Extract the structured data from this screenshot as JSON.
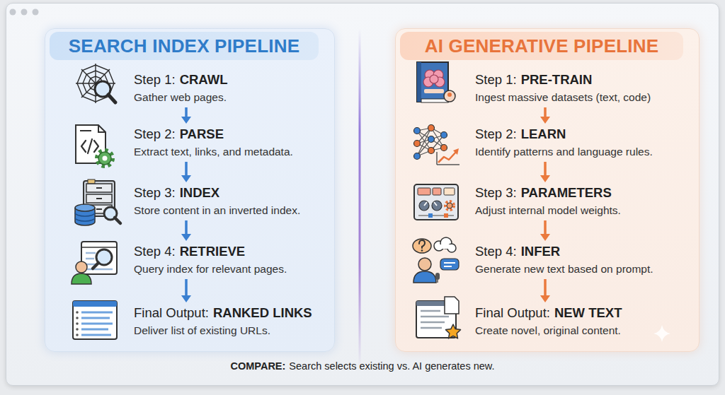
{
  "diagram": {
    "caption": "Search selects existing vs. AI generates new.",
    "nodes": [
      {
        "text": [
          "SEARCH INDEX PIPELINE"
        ]
      },
      {
        "text": [
          "Step 1:",
          "CRAWL",
          "Gather web pages."
        ],
        "in": 0
      },
      {
        "text": [
          "Step 2:",
          "PARSE",
          "Extract text, links, and metadata."
        ],
        "in": 0
      },
      {
        "text": [
          "Step 3:",
          "INDEX",
          "Store content in an inverted index."
        ],
        "in": 0
      },
      {
        "text": [
          "Step 4:",
          "RETRIEVE",
          "Query index for relevant pages."
        ],
        "in": 0
      },
      {
        "text": [
          "Final Output:",
          "RANKED LINKS",
          "Deliver list of existing URLs."
        ],
        "in": 0
      },
      {
        "text": [
          "AI GENERATIVE PIPELINE"
        ]
      },
      {
        "text": [
          "Step 1:",
          "PRE-TRAIN",
          "Ingest massive datasets (text, code)"
        ],
        "in": 6
      },
      {
        "text": [
          "Step 2:",
          "LEARN",
          "Identify patterns and language rules."
        ],
        "in": 6
      },
      {
        "text": [
          "Step 3:",
          "PARAMETERS",
          "Adjust internal model weights."
        ],
        "in": 6
      },
      {
        "text": [
          "Step 4:",
          "INFER",
          "Generate new text based on prompt."
        ],
        "in": 6
      },
      {
        "text": [
          "Final Output:",
          "NEW TEXT",
          "Create novel, original content."
        ],
        "in": 6
      }
    ],
    "edges": [
      {
        "from": 1,
        "to": 2,
        "arrow": "to"
      },
      {
        "from": 2,
        "to": 3,
        "arrow": "to"
      },
      {
        "from": 3,
        "to": 4,
        "arrow": "to"
      },
      {
        "from": 4,
        "to": 5,
        "arrow": "to"
      },
      {
        "from": 7,
        "to": 8,
        "arrow": "to"
      },
      {
        "from": 8,
        "to": 9,
        "arrow": "to"
      },
      {
        "from": 9,
        "to": 10,
        "arrow": "to"
      },
      {
        "from": 10,
        "to": 11,
        "arrow": "to"
      }
    ],
    "labels": [
      "COMPARE:"
    ]
  }
}
